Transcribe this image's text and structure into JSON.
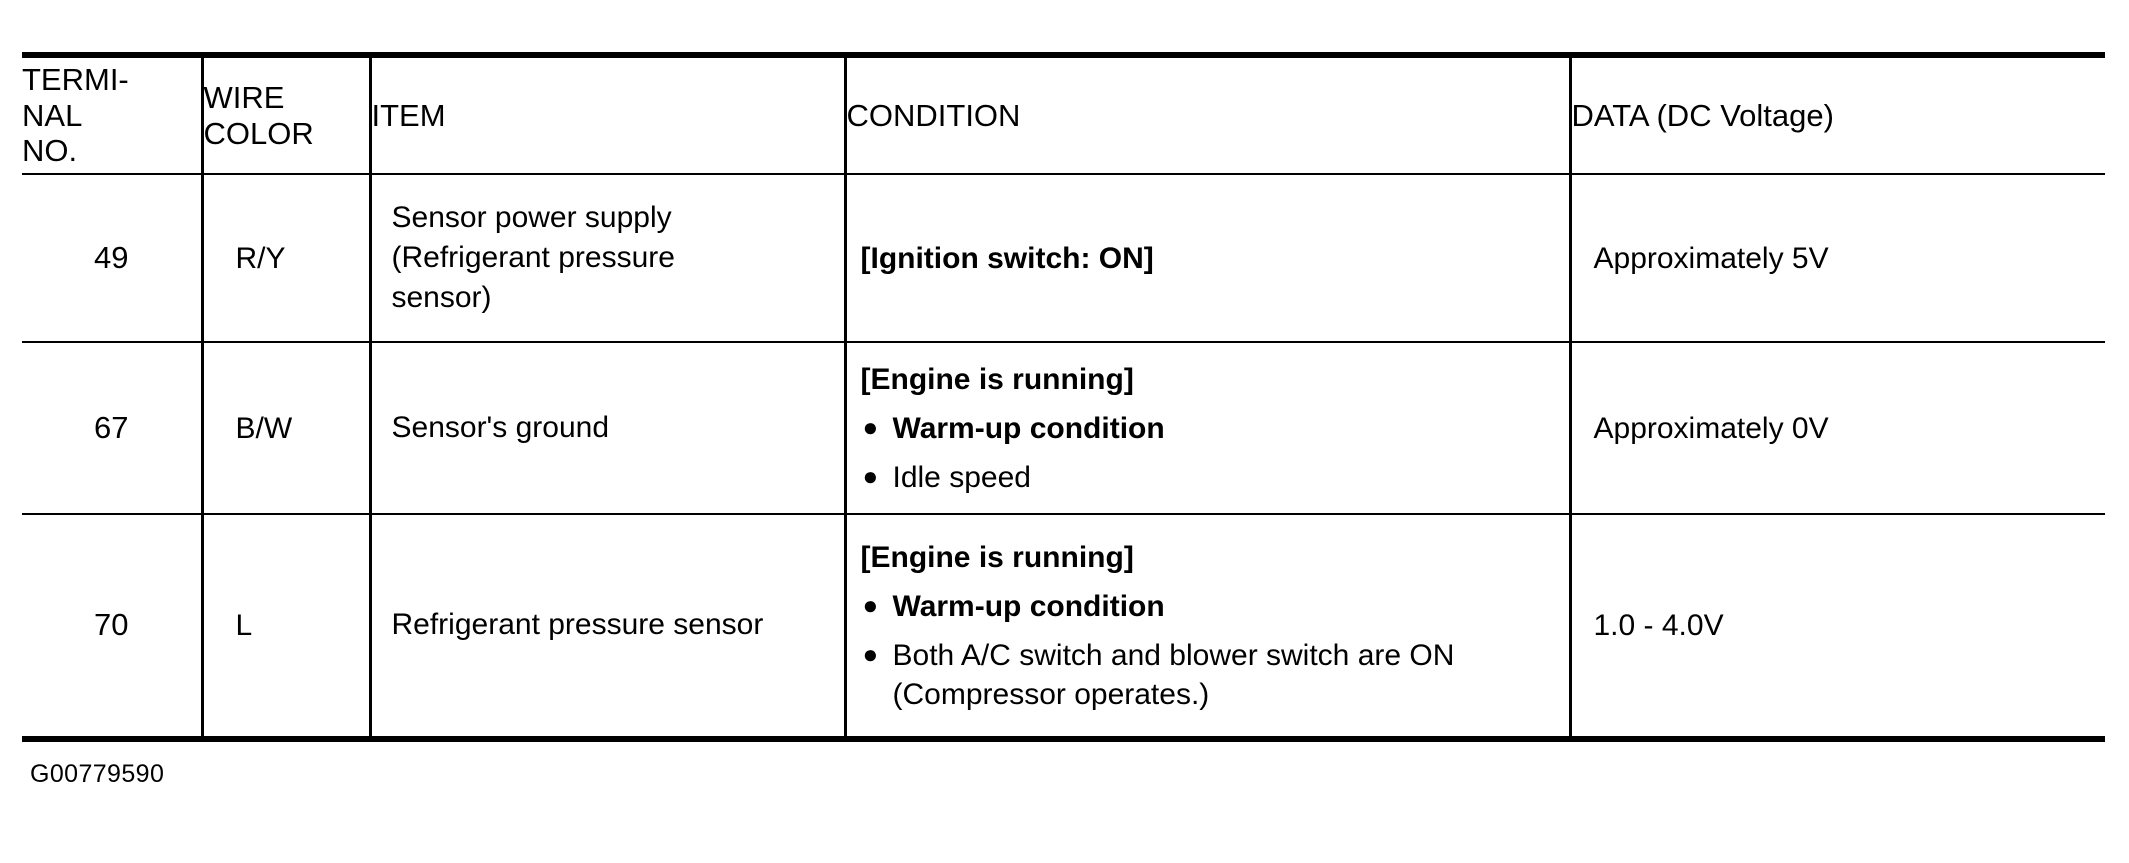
{
  "figure": {
    "caption_id": "G00779590"
  },
  "table": {
    "headers": {
      "terminal_no": [
        "TERMI-",
        "NAL",
        "NO."
      ],
      "wire_color": [
        "WIRE",
        "COLOR"
      ],
      "item": "ITEM",
      "condition": "CONDITION",
      "data": "DATA (DC Voltage)"
    },
    "rows": [
      {
        "terminal_no": "49",
        "wire_color": "R/Y",
        "item": [
          "Sensor power supply",
          "(Refrigerant pressure",
          "sensor)"
        ],
        "condition": {
          "heading": "[Ignition switch: ON]",
          "heading_bold": true,
          "bullets": []
        },
        "data": "Approximately 5V"
      },
      {
        "terminal_no": "67",
        "wire_color": "B/W",
        "item": [
          "Sensor's ground"
        ],
        "condition": {
          "heading": "[Engine is running]",
          "heading_bold": true,
          "bullets": [
            {
              "bullet": "●",
              "text": "Warm-up condition",
              "bold": true,
              "continuation": ""
            },
            {
              "bullet": "●",
              "text": "Idle speed",
              "bold": false,
              "continuation": ""
            }
          ]
        },
        "data": "Approximately 0V"
      },
      {
        "terminal_no": "70",
        "wire_color": "L",
        "item": [
          "Refrigerant pressure sensor"
        ],
        "condition": {
          "heading": "[Engine is running]",
          "heading_bold": true,
          "bullets": [
            {
              "bullet": "●",
              "text": "Warm-up condition",
              "bold": true,
              "continuation": ""
            },
            {
              "bullet": "●",
              "text": "Both A/C switch and blower switch are ON",
              "bold": false,
              "continuation": "(Compressor operates.)"
            }
          ]
        },
        "data": "1.0 - 4.0V"
      }
    ]
  },
  "colors": {
    "ink": "#000000",
    "paper": "#ffffff"
  }
}
